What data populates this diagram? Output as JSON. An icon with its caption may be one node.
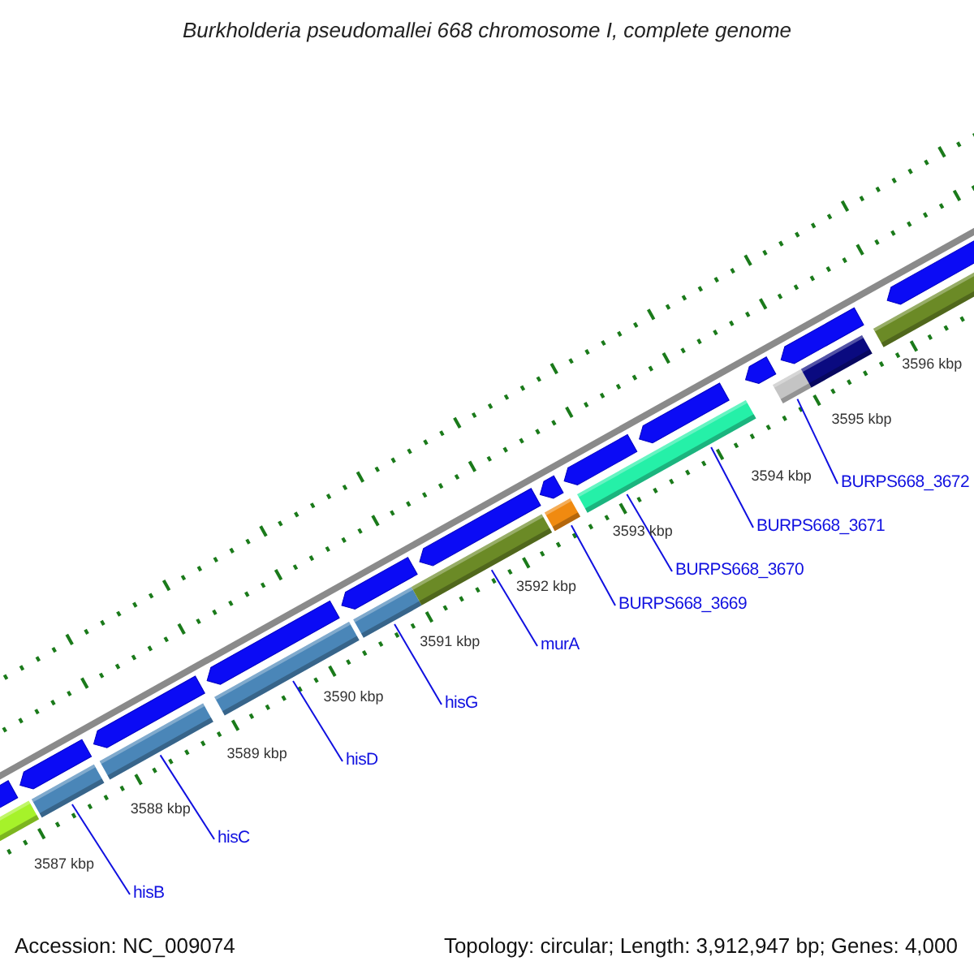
{
  "diagram": {
    "title": "Burkholderia pseudomallei 668 chromosome I, complete genome",
    "nodes": [
      {
        "text": [
          "hisB"
        ]
      },
      {
        "text": [
          "hisC"
        ]
      },
      {
        "text": [
          "hisD"
        ]
      },
      {
        "text": [
          "hisG"
        ]
      },
      {
        "text": [
          "murA"
        ]
      },
      {
        "text": [
          "BURPS668_3669"
        ]
      },
      {
        "text": [
          "BURPS668_3670"
        ]
      },
      {
        "text": [
          "BURPS668_3671"
        ]
      },
      {
        "text": [
          "BURPS668_3672"
        ]
      }
    ],
    "edges": [
      {
        "from": 0,
        "to": null,
        "arrow": "none"
      },
      {
        "from": 1,
        "to": null,
        "arrow": "none"
      },
      {
        "from": 2,
        "to": null,
        "arrow": "none"
      },
      {
        "from": 3,
        "to": null,
        "arrow": "none"
      },
      {
        "from": 4,
        "to": null,
        "arrow": "none"
      },
      {
        "from": 5,
        "to": null,
        "arrow": "none"
      },
      {
        "from": 6,
        "to": null,
        "arrow": "none"
      },
      {
        "from": 7,
        "to": null,
        "arrow": "none"
      },
      {
        "from": 8,
        "to": null,
        "arrow": "none"
      }
    ],
    "labels": [
      "3587 kbp",
      "3588 kbp",
      "3589 kbp",
      "3590 kbp",
      "3591 kbp",
      "3592 kbp",
      "3593 kbp",
      "3594 kbp",
      "3595 kbp",
      "3596 kbp",
      "Accession: NC_009074",
      "Topology: circular; Length: 3,912,947 bp; Genes: 4,000"
    ]
  }
}
